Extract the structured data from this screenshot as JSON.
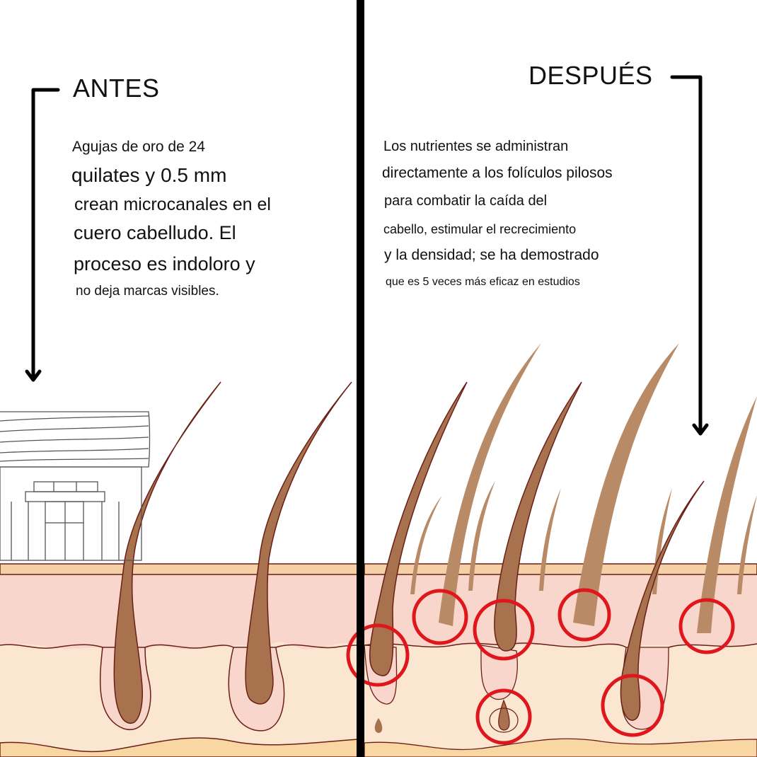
{
  "colors": {
    "divider": "#000000",
    "hair": "#a8724f",
    "hair_light": "#b98a66",
    "hair_outline": "#6a1f16",
    "epidermis_top": "#f5cfa6",
    "dermis": "#f9d6cb",
    "subdermis": "#fbe6d2",
    "fat_layer": "#f8d7a2",
    "highlight_circle": "#e0161d",
    "device_stroke": "#555555"
  },
  "before": {
    "title": "ANTES",
    "lines": [
      "Agujas de oro de 24",
      "quilates y 0.5 mm",
      "crean microcanales en el",
      "cuero cabelludo. El",
      "proceso es indoloro y",
      "no deja marcas visibles."
    ]
  },
  "after": {
    "title": "DESPUÉS",
    "lines": [
      "Los nutrientes se administran",
      "directamente a los folículos pilosos",
      "para combatir la caída del",
      "cabello, estimular el recrecimiento",
      "y la densidad; se ha demostrado",
      "que es 5 veces más eficaz en estudios"
    ]
  }
}
